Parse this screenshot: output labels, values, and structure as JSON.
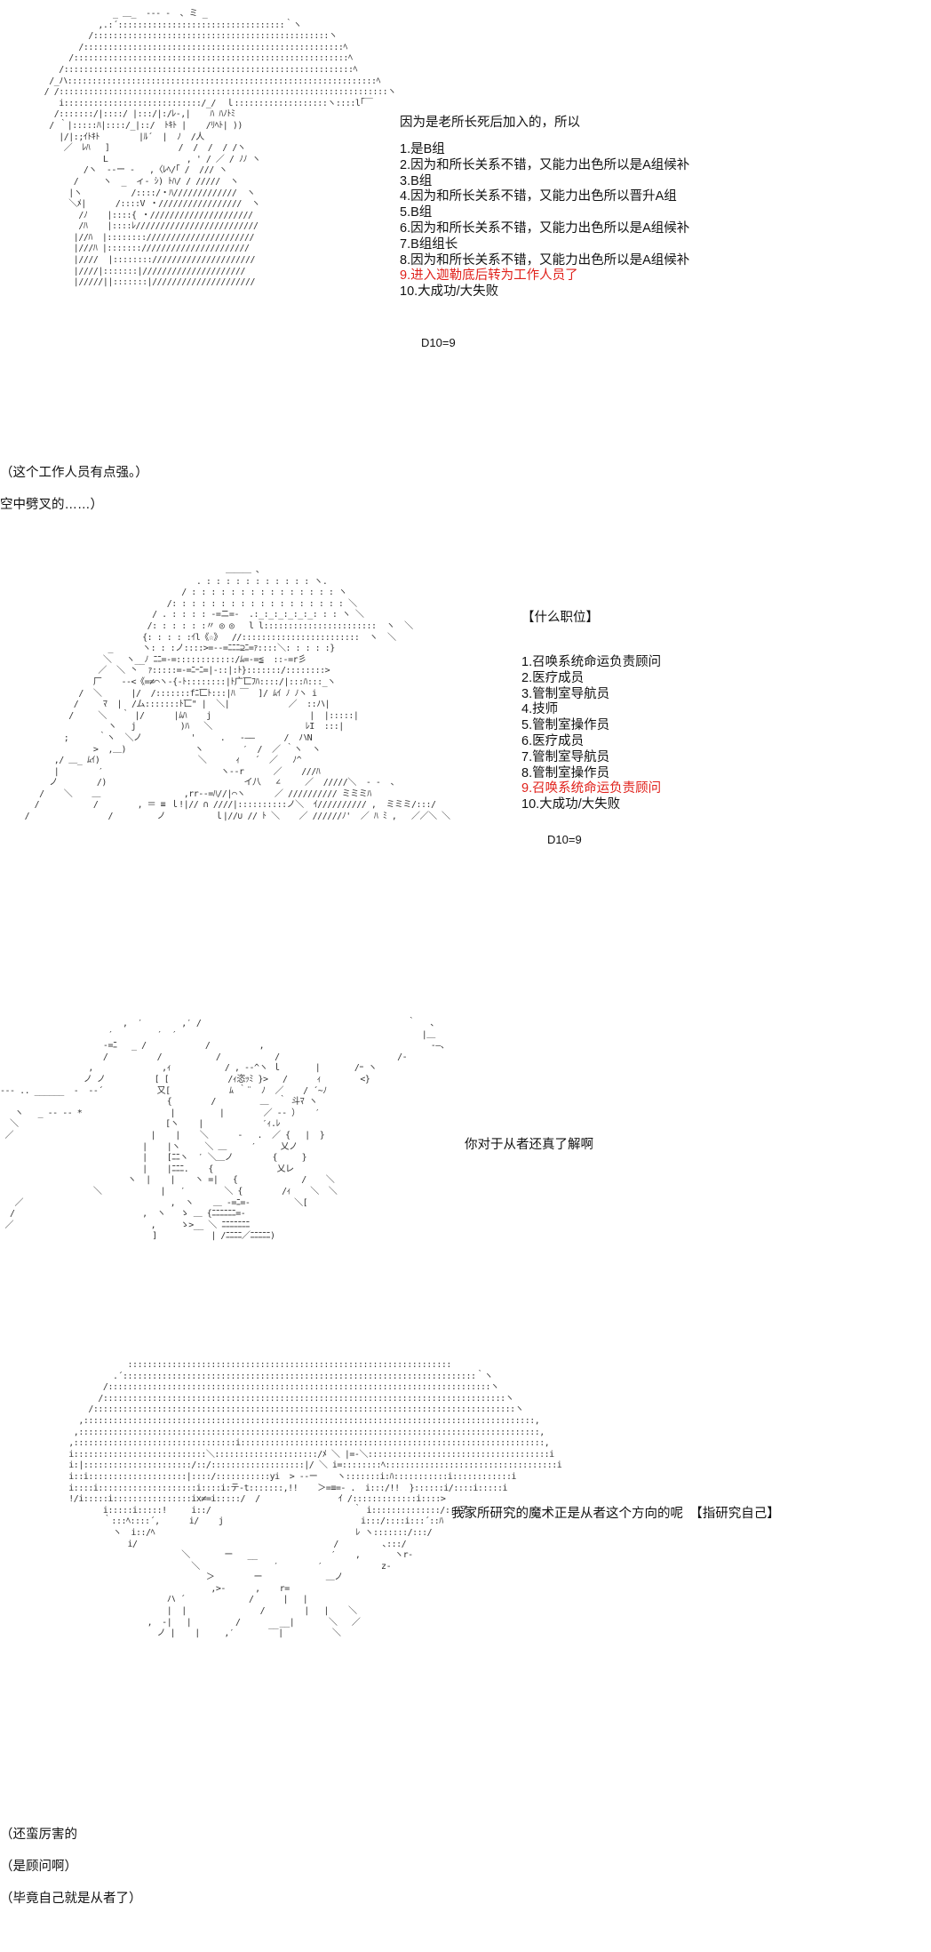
{
  "panel1": {
    "intro": "因为是老所长死后加入的，所以",
    "options": [
      {
        "text": "1.是B组",
        "highlight": false
      },
      {
        "text": "2.因为和所长关系不错，又能力出色所以是A组候补",
        "highlight": false
      },
      {
        "text": "3.B组",
        "highlight": false
      },
      {
        "text": "4.因为和所长关系不错，又能力出色所以晋升A组",
        "highlight": false
      },
      {
        "text": "5.B组",
        "highlight": false
      },
      {
        "text": "6.因为和所长关系不错，又能力出色所以是A组候补",
        "highlight": false
      },
      {
        "text": "7.B组组长",
        "highlight": false
      },
      {
        "text": "8.因为和所长关系不错，又能力出色所以是A组候补",
        "highlight": false
      },
      {
        "text": "9.进入迦勒底后转为工作人员了",
        "highlight": true
      },
      {
        "text": "10.大成功/大失败",
        "highlight": false
      }
    ],
    "dice": "D10=9",
    "narration": [
      "（这个工作人员有点强。）",
      "空中劈叉的……）"
    ]
  },
  "panel2": {
    "header": "【什么职位】",
    "options": [
      {
        "text": "1.召唤系统命运负责顾问",
        "highlight": false
      },
      {
        "text": "2.医疗成员",
        "highlight": false
      },
      {
        "text": "3.管制室导航员",
        "highlight": false
      },
      {
        "text": "4.技师",
        "highlight": false
      },
      {
        "text": "5.管制室操作员",
        "highlight": false
      },
      {
        "text": "6.医疗成员",
        "highlight": false
      },
      {
        "text": "7.管制室导航员",
        "highlight": false
      },
      {
        "text": "8.管制室操作员",
        "highlight": false
      },
      {
        "text": "9.召唤系统命运负责顾问",
        "highlight": true
      },
      {
        "text": "10.大成功/大失败",
        "highlight": false
      }
    ],
    "dice": "D10=9"
  },
  "panel3": {
    "speech": "你对于从者还真了解啊"
  },
  "panel4": {
    "speech": "我家所研究的魔术正是从者这个方向的呢　【指研究自己】",
    "narration": [
      "（还蛮厉害的",
      "（是顾问啊）",
      "（毕竟自己就是从者了）"
    ]
  },
  "colors": {
    "highlight": "#e0201a",
    "text": "#111111",
    "background": "#ffffff"
  }
}
